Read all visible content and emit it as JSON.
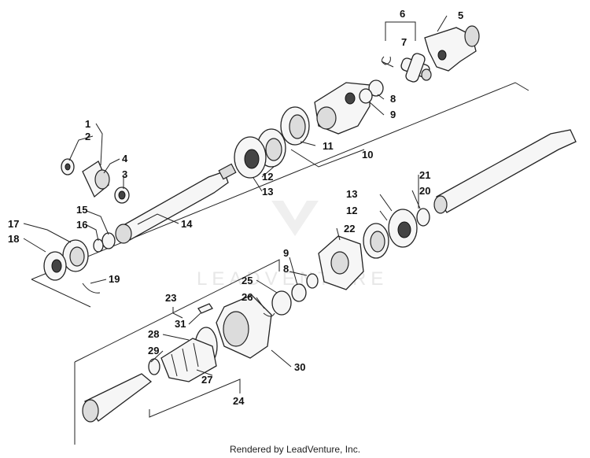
{
  "watermark": {
    "text": "LEADVENTURE"
  },
  "credit": "Rendered by LeadVenture, Inc.",
  "callouts": {
    "c1": "1",
    "c2": "2",
    "c3": "3",
    "c4": "4",
    "c5": "5",
    "c6": "6",
    "c7": "7",
    "c8a": "8",
    "c8b": "8",
    "c9a": "9",
    "c9b": "9",
    "c10": "10",
    "c11": "11",
    "c12a": "12",
    "c12b": "12",
    "c13a": "13",
    "c13b": "13",
    "c14": "14",
    "c15": "15",
    "c16": "16",
    "c17": "17",
    "c18": "18",
    "c19": "19",
    "c20": "20",
    "c21": "21",
    "c22": "22",
    "c23": "23",
    "c24": "24",
    "c25": "25",
    "c26": "26",
    "c27": "27",
    "c28": "28",
    "c29": "29",
    "c30": "30",
    "c31": "31"
  }
}
